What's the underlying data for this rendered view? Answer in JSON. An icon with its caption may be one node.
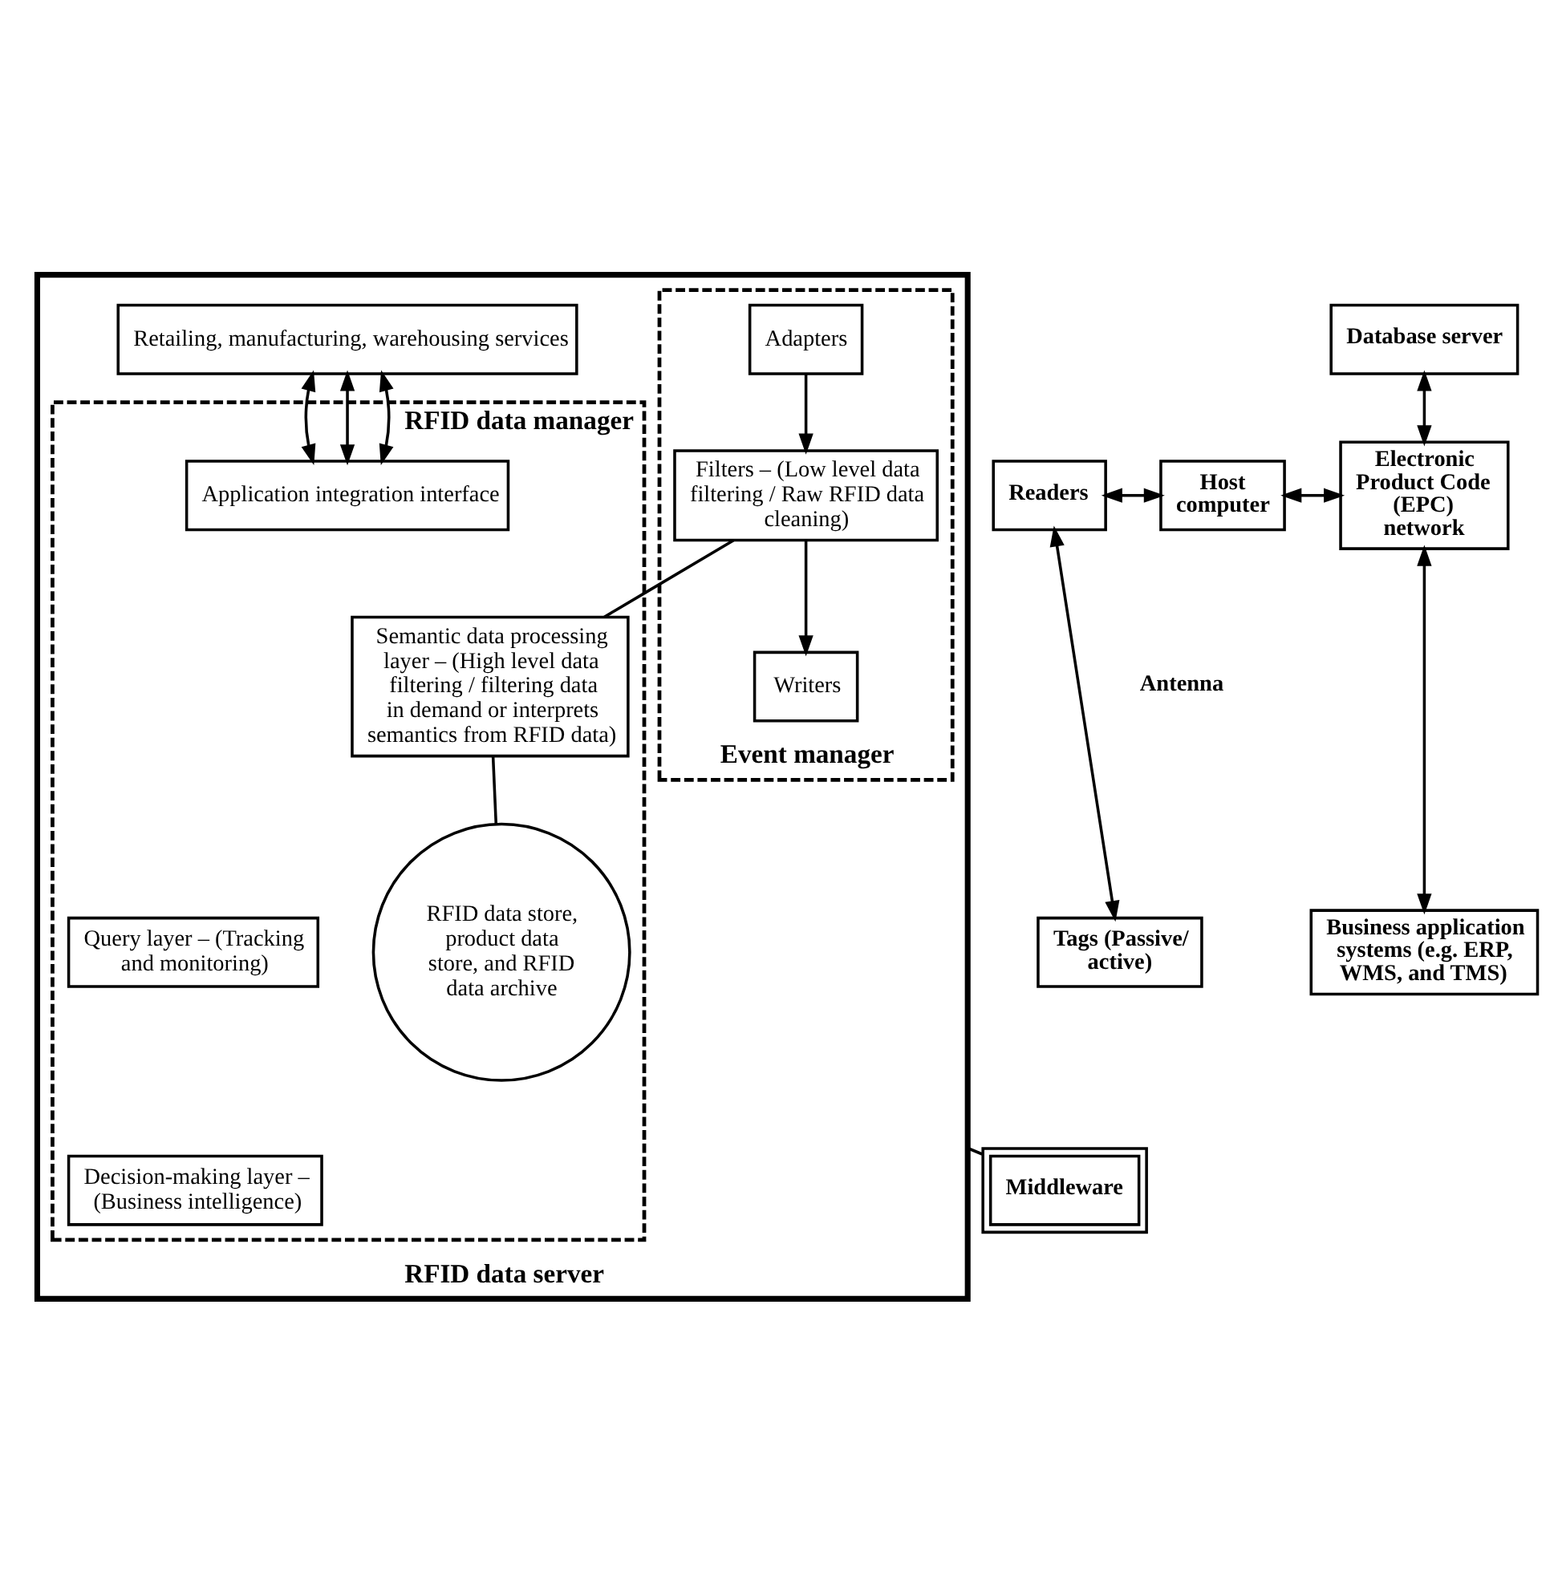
{
  "diagram": {
    "nodes": [
      {
        "text": [
          "RFID data server"
        ]
      },
      {
        "text": [
          "Retailing, manufacturing, warehousing services"
        ],
        "in": 0
      },
      {
        "text": [
          "RFID data manager"
        ],
        "in": 0
      },
      {
        "text": [
          "Application integration interface"
        ],
        "in": 2
      },
      {
        "text": [
          "Event manager"
        ],
        "in": 0
      },
      {
        "text": [
          "Adapters"
        ],
        "in": 4
      },
      {
        "text": [
          "Filters – (Low level data filtering / Raw RFID data cleaning)"
        ],
        "in": 4
      },
      {
        "text": [
          "Writers"
        ],
        "in": 4
      },
      {
        "text": [
          "Semantic data processing layer – (High level data filtering / filtering data in demand or interprets semantics from RFID data)"
        ],
        "in": 2
      },
      {
        "text": [
          "Query layer – (Tracking and monitoring)"
        ],
        "in": 2
      },
      {
        "text": [
          "Decision-making layer – (Business intelligence)"
        ],
        "in": 2
      },
      {
        "text": [
          "RFID data store, product data store, and RFID data archive"
        ],
        "in": 2
      },
      {
        "text": [
          "Middleware"
        ]
      },
      {
        "text": [
          "Database server"
        ]
      },
      {
        "text": [
          "Readers"
        ]
      },
      {
        "text": [
          "Host computer"
        ]
      },
      {
        "text": [
          "Electronic Product Code (EPC) network"
        ]
      },
      {
        "text": [
          "Tags (Passive/active)"
        ]
      },
      {
        "text": [
          "Business application systems (e.g. ERP, WMS, and TMS)"
        ]
      }
    ],
    "edges": [
      {
        "from": 1,
        "to": 3,
        "arrow": "both"
      },
      {
        "from": 1,
        "to": 3,
        "arrow": "both"
      },
      {
        "from": 1,
        "to": 3,
        "arrow": "both"
      },
      {
        "from": 5,
        "to": 6,
        "arrow": "to"
      },
      {
        "from": 6,
        "to": 7,
        "arrow": "to"
      },
      {
        "from": 6,
        "to": 8,
        "arrow": "none"
      },
      {
        "from": 8,
        "to": 11,
        "arrow": "none"
      },
      {
        "from": 0,
        "to": 12,
        "arrow": "none"
      },
      {
        "from": 14,
        "to": 15,
        "arrow": "both"
      },
      {
        "from": 15,
        "to": 16,
        "arrow": "both"
      },
      {
        "from": 13,
        "to": 16,
        "arrow": "both"
      },
      {
        "from": 18,
        "to": 16,
        "arrow": "both"
      },
      {
        "from": 14,
        "to": 17,
        "arrow": "both"
      }
    ],
    "labels": [
      "Antenna"
    ]
  }
}
